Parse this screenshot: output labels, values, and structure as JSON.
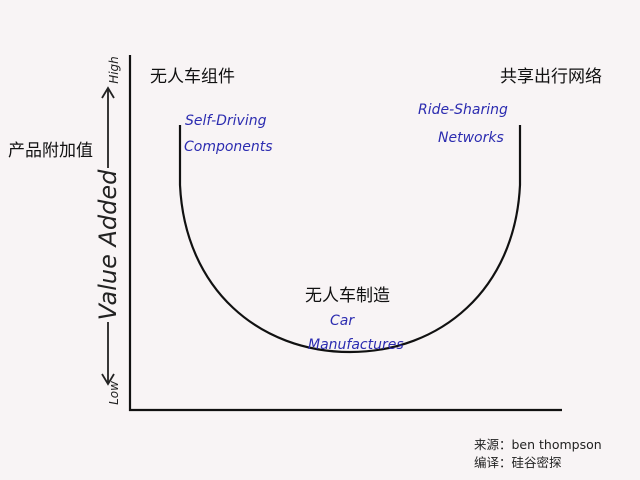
{
  "labels": {
    "top_left_cn": "无人车组件",
    "top_right_cn": "共享出行网络",
    "y_axis_cn": "产品附加值",
    "bottom_cn": "无人车制造"
  },
  "handwritten": {
    "left_line1": "Self-Driving",
    "left_line2": "Components",
    "right_line1": "Ride-Sharing",
    "right_line2": "Networks",
    "bottom_line1": "Car",
    "bottom_line2": "Manufactures"
  },
  "axis": {
    "title": "Value Added",
    "high": "High",
    "low": "Low"
  },
  "credits": {
    "source": "来源：ben thompson",
    "translator": "编译：硅谷密探"
  },
  "colors": {
    "handwriting": "#2c2cb0",
    "ink": "#111111"
  }
}
